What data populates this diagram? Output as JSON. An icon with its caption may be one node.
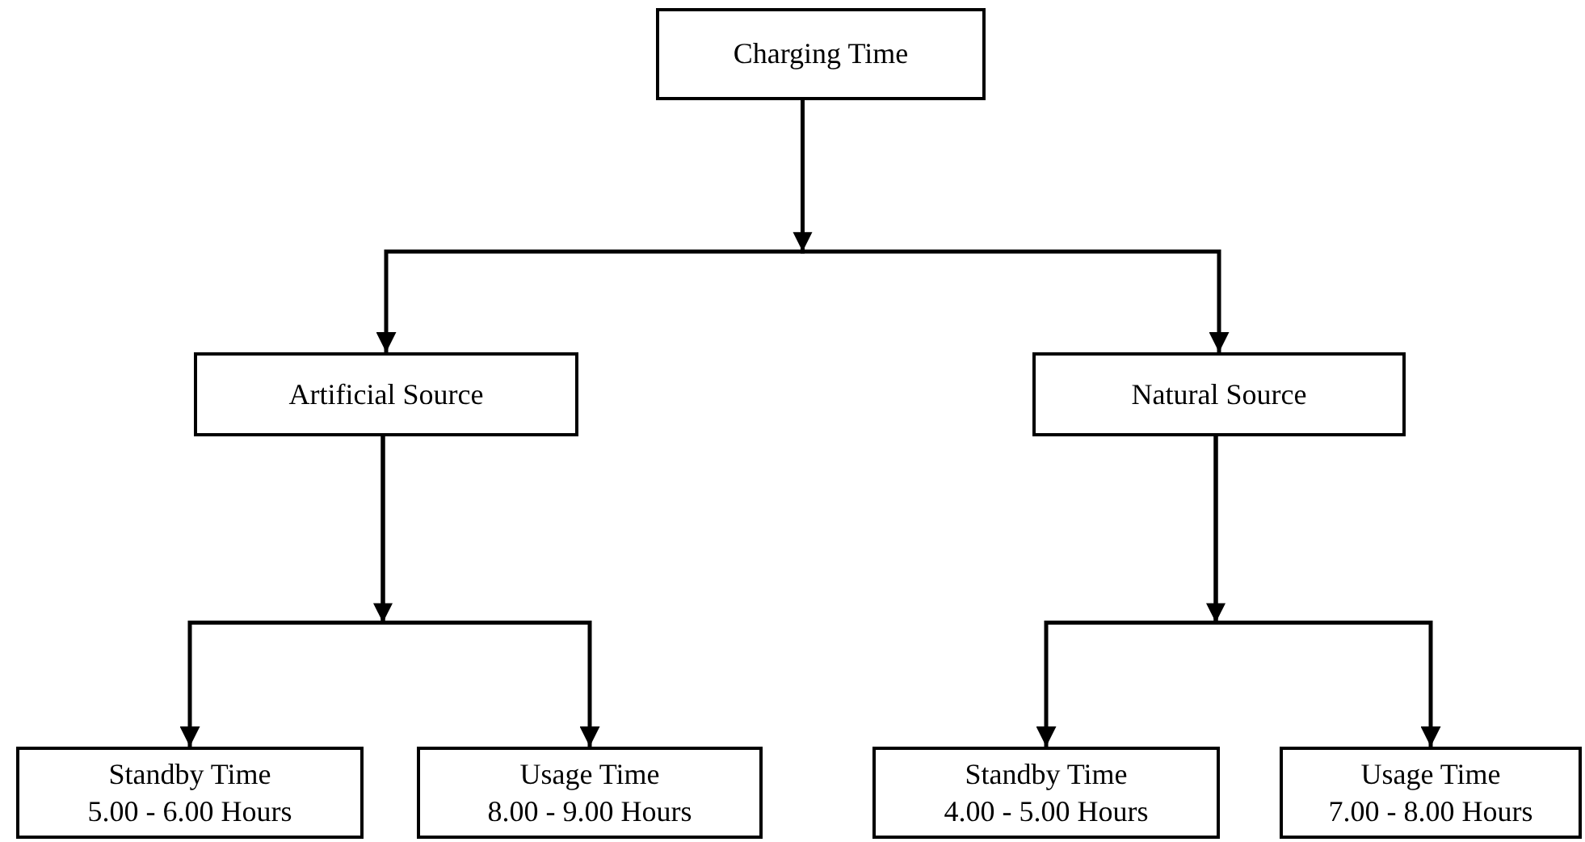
{
  "diagram": {
    "nodes": [
      {
        "text": [
          "Charging Time"
        ]
      },
      {
        "text": [
          "Artificial Source"
        ]
      },
      {
        "text": [
          "Natural Source"
        ]
      },
      {
        "text": [
          "Standby Time",
          "5.00 - 6.00 Hours"
        ]
      },
      {
        "text": [
          "Usage Time",
          "8.00 - 9.00 Hours"
        ]
      },
      {
        "text": [
          "Standby Time",
          "4.00 - 5.00 Hours"
        ]
      },
      {
        "text": [
          "Usage Time",
          "7.00 - 8.00 Hours"
        ]
      }
    ],
    "edges": [
      {
        "from": 0,
        "to": 1,
        "arrow": "to"
      },
      {
        "from": 0,
        "to": 2,
        "arrow": "to"
      },
      {
        "from": 1,
        "to": 3,
        "arrow": "to"
      },
      {
        "from": 1,
        "to": 4,
        "arrow": "to"
      },
      {
        "from": 2,
        "to": 5,
        "arrow": "to"
      },
      {
        "from": 2,
        "to": 6,
        "arrow": "to"
      }
    ]
  }
}
